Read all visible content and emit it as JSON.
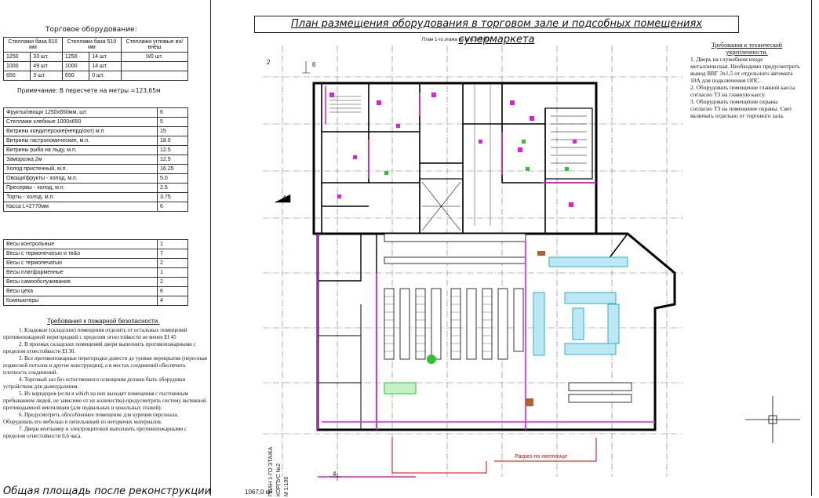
{
  "main_title": "План размещения оборудования в торговом зале и подсобных помещениях супермаркета",
  "plan_subtitle": "План 1-го этажа на отм. ± 0,000",
  "equipment_caption": "Торговое оборудование:",
  "shelving_header": {
    "col1": "Стеллажи база 610 мм",
    "col2": "Стеллажи база 510 мм",
    "col3": "Стеллажи угловые вн/внеш"
  },
  "shelving_rows": [
    [
      "1250",
      "33 шт.",
      "1250",
      "14 шт.",
      "0/0 шт."
    ],
    [
      "1000",
      "49 шт.",
      "1000",
      "14 шт.",
      ""
    ],
    [
      "650",
      "3 шт.",
      "650",
      "0 шт.",
      ""
    ]
  ],
  "note": "Примечание: В пересчете на метры =123,65м",
  "equipment_rows": [
    [
      "Фрукты/овощи 1250х650мм, шт.",
      "6"
    ],
    [
      "Стеллажи хлебные 1000х650",
      "5"
    ],
    [
      "Витрины кондитерские(непрд/охл) м.п",
      "15"
    ],
    [
      "Витрины гастрономические, м.п.",
      "18.0"
    ],
    [
      "Витрины рыба на льду, м.п.",
      "12.5"
    ],
    [
      "Заморозка 2м",
      "12.5"
    ],
    [
      "Холод пристенный, м.п.",
      "16.25"
    ],
    [
      "Овощи/фрукты - холод, м.п.",
      "5.0"
    ],
    [
      "Пресервы - холод, м.п.",
      "2.5"
    ],
    [
      "Торты - холод, м.п.",
      "3.75"
    ],
    [
      "Касса L=2770мм",
      "6"
    ]
  ],
  "scales_rows": [
    [
      "Весы контрольные",
      "1"
    ],
    [
      "Весы с термопечатью и тв&о",
      "7"
    ],
    [
      "Весы с термопечатью",
      "2"
    ],
    [
      "Весы платформенные",
      "1"
    ],
    [
      "Весы самообслуживания",
      "2"
    ],
    [
      "Весы цеха",
      "6"
    ],
    [
      "Компьютеры",
      "4"
    ]
  ],
  "fire_title": "Требования к пожарной безопасности.",
  "fire_items": [
    "1.      Кладовые (складские) помещения отделить от остальных помещений противопожарной перегородкой  с пределом огнестойкости не менее EI 45",
    "2.      В проемах складских помещений двери выполнить противопожарными с пределом огнестойкости EI 30.",
    "3.      Все противопожарные перегородки довести до уровня перекрытия (пересекая подвесной потолок и другие конструкции), а в местах соединений обеспечить плотность соединений.",
    "4.      Торговый зал без естественного освещения должен быть оборудован устройством для дымоудаления.",
    "5.      Из коридоров (если в which на них выходят помещения с постоянным пребыванием людей, не зависимо от их количества)-предусмотреть систему вытяжной противодымной вентиляции (для подвальных и цокольных этажей).",
    "6.      Предусмотреть обособленное помещение для курения персонала. Оборудовать его мебелью и пепельницей из негорючих материалов.",
    "7.      Двери венткамер и электрощитовой выполнить противопожарными с пределом огнестойкости 0,6 часа."
  ],
  "req_title": "Требования к технической укрепленности.",
  "req_items": [
    "1.      Дверь на служебном входе металлическая. Необходимо предусмотреть вывод ВВГ 3х1,5 от отдельного автомата 10А для подключения ОПС.",
    "2.      Оборудовать помещение главной кассы согласно ТЗ на главную кассу.",
    "3.      Оборудовать помещение охраны согласно ТЗ на помещение охраны. Свет включать отдельно от торгового зала."
  ],
  "bottom_text": "Общая площадь после реконструкции",
  "bottom_suffix": "1067,0 м²",
  "stamp_lines": [
    "ПЛАН 1-ГО ЭТАЖА",
    "КОРПУС №2",
    "М 1:100"
  ],
  "section_note": "Разрез по лестнице",
  "axis_labels": [
    "4",
    "6",
    "2",
    "4"
  ],
  "colors": {
    "wall": "#000000",
    "magenta": "#e020d8",
    "cyan": "#2ab0d0",
    "green": "#30c030",
    "red": "#dd0000",
    "brown": "#b06030",
    "grey": "#888888"
  }
}
